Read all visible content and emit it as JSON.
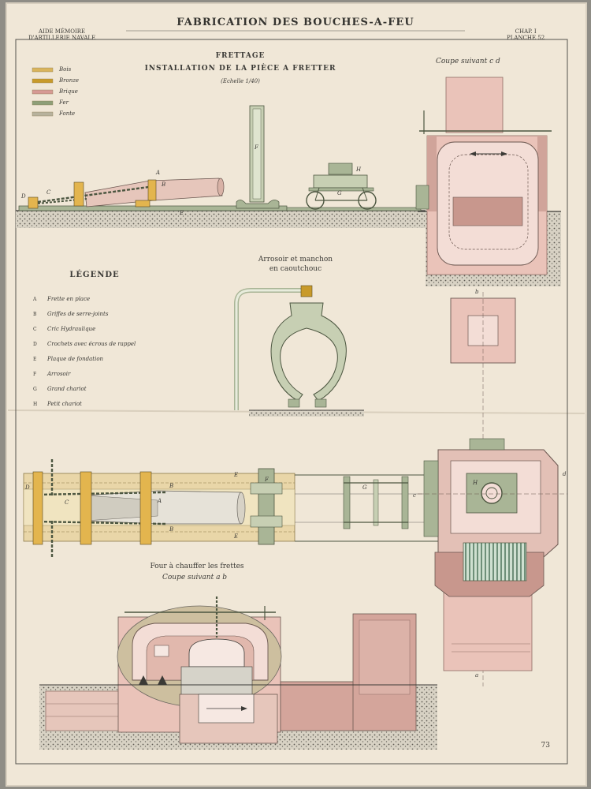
{
  "header": {
    "title": "FABRICATION DES BOUCHES-A-FEU",
    "left_line1": "AIDE MÉMOIRE",
    "left_line2": "D'ARTILLERIE NAVALE",
    "right_line1": "CHAP. I",
    "right_line2": "PLANCHE 52"
  },
  "plate": {
    "title": "FRETTAGE",
    "subtitle": "INSTALLATION DE LA PIÈCE A FRETTER",
    "scale": "(Echelle 1/40)"
  },
  "materials": [
    {
      "label": "Bois",
      "color": "#d9b45c"
    },
    {
      "label": "Bronze",
      "color": "#c89a2a"
    },
    {
      "label": "Brique",
      "color": "#d69a94"
    },
    {
      "label": "Fer",
      "color": "#8e9f78"
    },
    {
      "label": "Fonte",
      "color": "#b7b29d"
    }
  ],
  "legend": {
    "title": "LÉGENDE",
    "items": [
      {
        "key": "A",
        "text": "Frette en place"
      },
      {
        "key": "B",
        "text": "Griffes de serre-joints"
      },
      {
        "key": "C",
        "text": "Cric Hydraulique"
      },
      {
        "key": "D",
        "text": "Crochets avec écrous de rappel"
      },
      {
        "key": "E",
        "text": "Plaque de fondation"
      },
      {
        "key": "F",
        "text": "Arrosoir"
      },
      {
        "key": "G",
        "text": "Grand chariot"
      },
      {
        "key": "H",
        "text": "Petit chariot"
      }
    ]
  },
  "captions": {
    "arrosoir_line1": "Arrosoir et manchon",
    "arrosoir_line2": "en caoutchouc",
    "coupe_cd": "Coupe suivant c d",
    "four_title": "Four à chauffer les frettes",
    "coupe_ab": "Coupe suivant a b"
  },
  "labels": {
    "A": "A",
    "B": "B",
    "C": "C",
    "D": "D",
    "E": "E",
    "F": "F",
    "G": "G",
    "H": "H",
    "a": "a",
    "b": "b",
    "c": "c",
    "d": "d"
  },
  "page_number": "73",
  "colors": {
    "paper": "#efe6d6",
    "brick": "#eac3b9",
    "brick_dark": "#c8978d",
    "iron": "#a9b596",
    "wood": "#e3b54e",
    "ink": "#3b3a36"
  }
}
